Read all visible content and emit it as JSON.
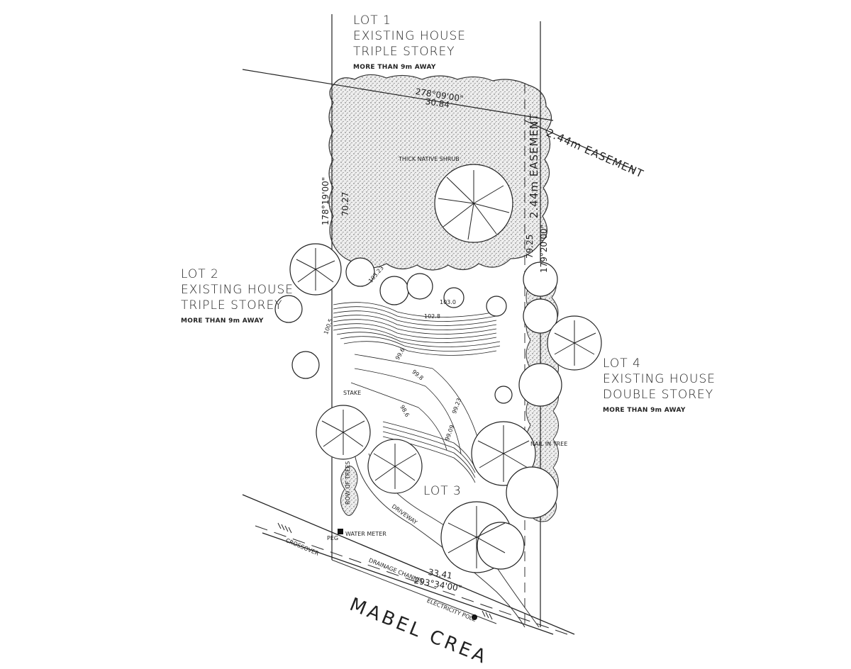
{
  "lots": {
    "lot1": {
      "name": "LOT 1",
      "line1": "EXISTING HOUSE",
      "line2": "TRIPLE STOREY",
      "note": "MORE THAN 9m AWAY"
    },
    "lot2": {
      "name": "LOT 2",
      "line1": "EXISTING HOUSE",
      "line2": "TRIPLE STOREY",
      "note": "MORE THAN 9m AWAY"
    },
    "lot3": {
      "name": "LOT 3"
    },
    "lot4": {
      "name": "LOT 4",
      "line1": "EXISTING HOUSE",
      "line2": "DOUBLE STOREY",
      "note": "MORE THAN 9m AWAY"
    }
  },
  "boundary": {
    "north_bearing": "278°09'00\"",
    "north_length": "30.84",
    "west_bearing": "178°19'00\"",
    "west_length": "70.27",
    "east_bearing": "179°20'00\"",
    "east_length": "79.25",
    "south_bearing": "293°34'00\"",
    "south_length": "33.41"
  },
  "labels": {
    "easement_diag": "2.44m EASEMENT",
    "easement_vert": "2.44m EASEMENT",
    "shrub": "THICK NATIVE SHRUB",
    "row_of_trees": "ROW OF TREES",
    "driveway": "DRIVEWAY",
    "water_meter": "WATER METER",
    "peg": "PEG",
    "crossover": "CROSSOVER",
    "drainage": "DRAINAGE CHANNEL",
    "electricity": "ELECTRICITY POLE",
    "street": "MABEL CREA",
    "nail": "NAIL IN TREE",
    "stake": "STAKE"
  },
  "contours": [
    "103.0",
    "102.8",
    "100.5",
    "99.8",
    "99.6",
    "98.6",
    "99.23",
    "99.09",
    "103.23"
  ],
  "colors": {
    "ink": "#1a1a1a",
    "shrub_fill": "#d9d9d9"
  }
}
